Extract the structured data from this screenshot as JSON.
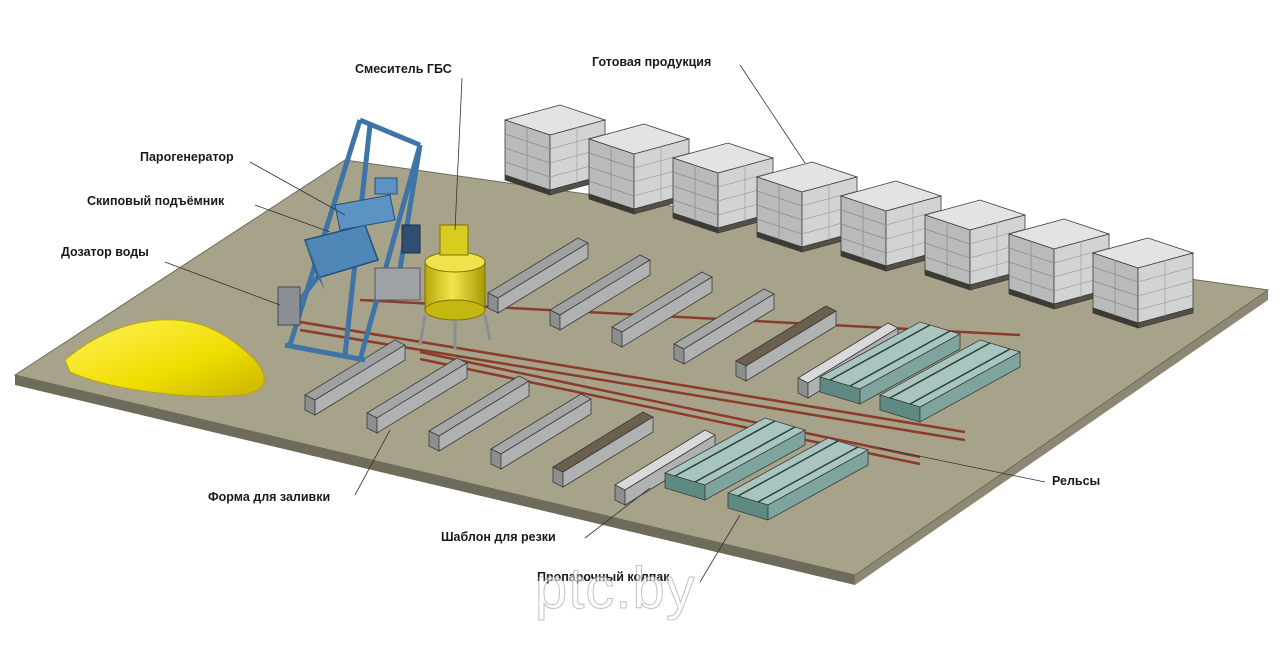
{
  "labels": {
    "mixer": "Смеситель ГБС",
    "finished_products": "Готовая продукция",
    "steam_generator": "Парогенератор",
    "skip_hoist": "Скиповый подъёмник",
    "water_dispenser": "Дозатор воды",
    "casting_mold": "Форма для заливки",
    "cutting_template": "Шаблон для резки",
    "steam_hood": "Пропарочный колпак",
    "rails": "Рельсы"
  },
  "watermark": "ptc.by",
  "colors": {
    "floor": "#a7a28a",
    "floor_side": "#7a7563",
    "sand": "#f2e100",
    "steel": "#4f87b8",
    "tank": "#d9cc20",
    "rail": "#8b3b2b",
    "block": "#c7c9c8",
    "hood_glass": "#8fb3ad",
    "dark_mold": "#6b5f4e"
  }
}
